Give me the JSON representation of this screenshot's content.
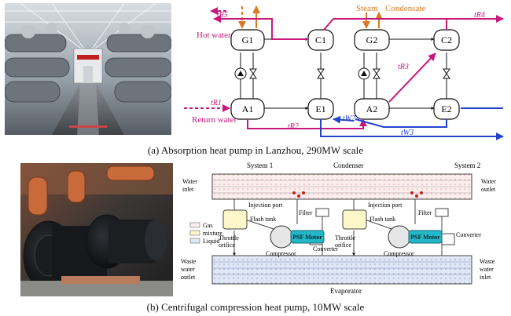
{
  "figure_a": {
    "caption": "(a)  Absorption heat pump in Lanzhou, 290MW scale",
    "labels": {
      "hot_water": "Hot water",
      "return_water": "Return water",
      "steam": "Steam",
      "condensate": "Condensate",
      "g1": "G1",
      "c1": "C1",
      "g2": "G2",
      "c2": "C2",
      "a1": "A1",
      "e1": "E1",
      "a2": "A2",
      "e2": "E2",
      "tr5": "tR5",
      "tr4": "tR4",
      "tr3": "tR3",
      "tr2": "tR2",
      "tr1": "tR1",
      "tw2": "tW2",
      "tw3": "tW3"
    }
  },
  "figure_b": {
    "caption": "(b)  Centrifugal compression heat pump, 10MW scale",
    "labels": {
      "system1": "System 1",
      "system2": "System 2",
      "condenser": "Condenser",
      "evaporator": "Evaporator",
      "water_inlet": "Water inlet",
      "water_outlet": "Water outlet",
      "waste_water_outlet": "Waste water outlet",
      "waste_water_inlet": "Waste water inlet",
      "injection_port": "Injection port",
      "flash_tank": "Flash tank",
      "filter": "Filter",
      "throttle_orifice": "Throttle orifice",
      "compressor": "Compressor",
      "converter": "Converter",
      "psf_motor": "PSF Motor",
      "legend_gas": "Gas",
      "legend_mixture": "mixture",
      "legend_liquid": "Liquid"
    }
  },
  "colors": {
    "hot": "#c8187c",
    "cold": "#2244cc",
    "steam": "#d87a20",
    "motor": "#22b8c8"
  }
}
